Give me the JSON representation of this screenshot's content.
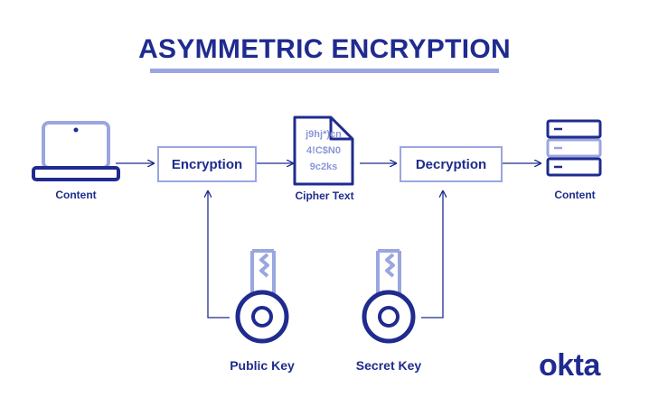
{
  "title": "ASYMMETRIC ENCRYPTION",
  "nodes": {
    "source_label": "Content",
    "encryption": "Encryption",
    "cipher_label": "Cipher Text",
    "cipher_lines": [
      "j9hj*)cn",
      "4!C$N0",
      "9c2ks"
    ],
    "decryption": "Decryption",
    "dest_label": "Content"
  },
  "keys": {
    "public": "Public Key",
    "secret": "Secret Key"
  },
  "brand": {
    "logo": "okta",
    "primary_color": "#1f2b8f",
    "accent_color": "#9aa6e0"
  },
  "icons": [
    "laptop-icon",
    "document-icon",
    "server-icon",
    "key-icon"
  ]
}
